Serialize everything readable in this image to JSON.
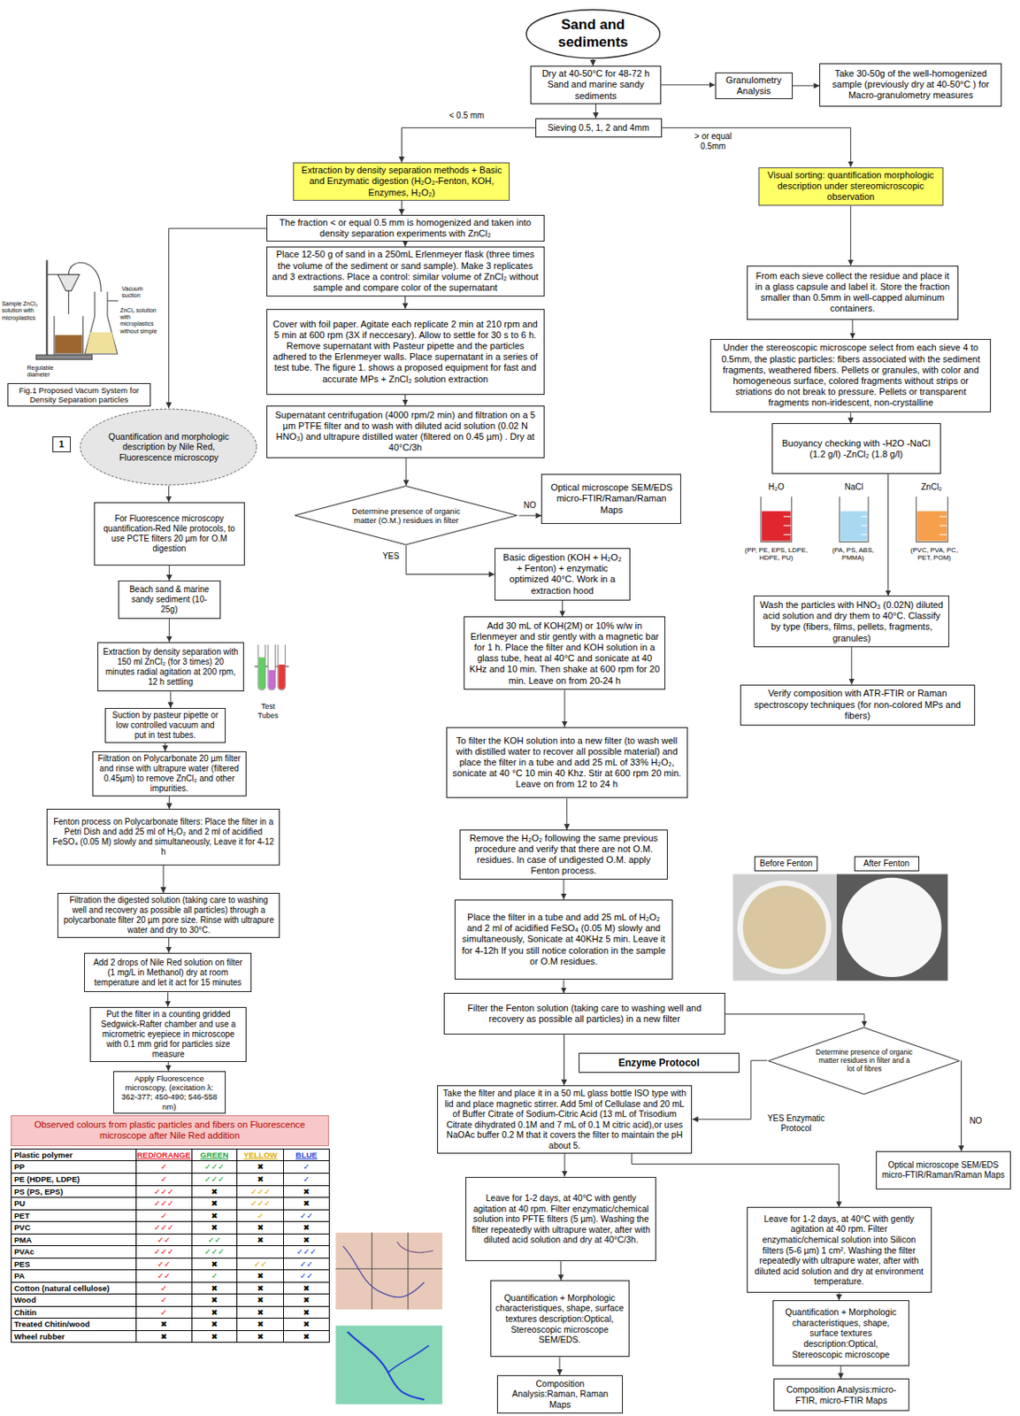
{
  "diagram": {
    "nodes": [
      {
        "text": [
          "Sand and sediments"
        ]
      },
      {
        "text": [
          "Dry at 40-50°C for 48-72 h Sand and marine sandy sediments"
        ]
      },
      {
        "text": [
          "Granulometry Analysis"
        ]
      },
      {
        "text": [
          "Take 30-50g of the well-homogenized sample (previously dry at 40-50°C ) for Macro-granulometry measures"
        ]
      },
      {
        "text": [
          "Sieving 0.5, 1, 2 and 4mm"
        ]
      },
      {
        "text": [
          "Extraction by density separation methods + Basic and Enzymatic digestion (H₂O₂-Fenton, KOH, Enzymes, H₂O₂)"
        ]
      },
      {
        "text": [
          "Visual sorting: quantification morphologic description under stereomicroscopic observation"
        ]
      },
      {
        "text": [
          "The fraction < or equal 0.5 mm is homogenized and taken into density separation experiments with ZnCl₂"
        ]
      },
      {
        "text": [
          "Place 12-50 g of sand in a 250mL Erlenmeyer flask (three times the volume of the sediment or sand sample). Make 3 replicates and 3 extractions. Place a control: similar volume of ZnCl₂ without sample and compare color of the supernatant"
        ]
      },
      {
        "text": [
          "Cover with foil paper. Agitate each replicate 2 min at 210 rpm and 5 min at 600 rpm (3X if neccesary). Allow to settle for 30 s to 6 h. Remove supernatant with Pasteur pipette and the particles adhered to the Erlenmeyer walls. Place supernatant in a series of test tube. The figure 1. shows a proposed equipment for fast and accurate MPs + ZnCl₂ solution extraction"
        ]
      },
      {
        "text": [
          "Supernatant centrifugation (4000 rpm/2 min) and filtration on a 5 µm PTFE filter and to wash with diluted acid solution (0.02 N HNO₃) and ultrapure distilled water (filtered on 0.45 µm) . Dry at 40°C/3h"
        ]
      },
      {
        "text": [
          "Determine presence of organic matter (O.M.) residues in filter"
        ]
      },
      {
        "text": [
          "Optical microscope SEM/EDS micro-FTIR/Raman/Raman Maps"
        ]
      },
      {
        "text": [
          "Basic digestion (KOH + H₂O₂ + Fenton) + enzymatic optimized 40°C. Work in a extraction hood"
        ]
      },
      {
        "text": [
          "Add 30 mL of KOH(2M) or 10% w/w in Erlenmeyer and stir gently with a magnetic bar for 1 h. Place the filter and KOH solution in a glass tube, heat al 40°C and sonicate at 40 KHz and 10 min. Then shake at 600 rpm for 20 min. Leave on from 20-24 h"
        ]
      },
      {
        "text": [
          "To filter the KOH solution into a new filter (to wash well with distilled water to recover all possible material) and place the filter in a tube and add 25 mL of 33% H₂O₂, sonicate at 40 °C 10 min 40 Khz. Stir at 600 rpm 20 min. Leave on from 12 to 24 h"
        ]
      },
      {
        "text": [
          "Remove the H₂O₂ following the same previous procedure and verify that there are not O.M. residues. In case of undigested O.M. apply Fenton process."
        ]
      },
      {
        "text": [
          "Place the filter in a tube and add 25 mL of H₂O₂ and 2 ml of acidified FeSO₄ (0.05 M) slowly and simultaneously, Sonicate at 40KHz 5 min. Leave it for 4-12h If you still notice coloration in the sample or O.M residues."
        ]
      },
      {
        "text": [
          "Filter the Fenton solution (taking care to washing well and recovery as possible all particles) in a new filter"
        ]
      },
      {
        "text": [
          "Enzyme Protocol"
        ]
      },
      {
        "text": [
          "Determine presence of organic matter residues in filter and a lot of fibres"
        ]
      },
      {
        "text": [
          "Take the filter and place it in a 50 mL glass bottle ISO type with lid and place magnetic stirrer. Add 5ml of Cellulase and 20 mL of Buffer Citrate of Sodium-Citric Acid (13 mL of Trisodium Citrate dihydrated 0.1M and 7 mL of 0.1 M citric acid),or uses NaOAc buffer 0.2 M that it covers the filter to maintain the pH about 5."
        ]
      },
      {
        "text": [
          "Optical microscope SEM/EDS micro-FTIR/Raman/Raman Maps"
        ]
      },
      {
        "text": [
          "Leave for 1-2 days, at 40°C with gently agitation at 40 rpm. Filter enzymatic/chemical solution into PFTE filters (5 µm). Washing the filter repeatedly with ultrapure water, after with diluted acid solution and dry at 40°C/3h."
        ]
      },
      {
        "text": [
          "Leave for 1-2 days, at 40°C with gently agitation at 40 rpm. Filter enzymatic/chemical solution into Silicon filters (5-6 µm) 1 cm². Washing the filter repeatedly with ultrapure water, after with diluted acid solution and dry at environment temperature."
        ]
      },
      {
        "text": [
          "Quantification + Morphologic characteristiques, shape, surface textures description:Optical, Stereoscopic microscope SEM/EDS."
        ]
      },
      {
        "text": [
          "Quantification + Morphologic characteristiques, shape, surface textures description:Optical, Stereoscopic microscope"
        ]
      },
      {
        "text": [
          "Composition Analysis:Raman, Raman Maps"
        ]
      },
      {
        "text": [
          "Composition Analysis:micro-FTIR, micro-FTIR Maps"
        ]
      },
      {
        "text": [
          "From each sieve collect the residue and place it in a glass capsule and label it. Store the fraction smaller than 0.5mm in well-capped aluminum containers."
        ]
      },
      {
        "text": [
          "Under the stereoscopic microscope select from each sieve 4 to 0.5mm, the plastic particles: fibers associated with the sediment fragments, weathered fibers. Pellets or granules, with color and homogeneous surface, colored fragments without strips or striations do not break to pressure. Pellets or transparent fragments non-iridescent, non-crystalline"
        ]
      },
      {
        "text": [
          "Buoyancy checking with -H2O -NaCl (1.2 g/l) -ZnCl₂ (1.8 g/l)"
        ]
      },
      {
        "text": [
          "Wash the particles with HNO₃ (0.02N) diluted acid solution and dry them to 40°C. Classify by type (fibers, films, pellets, fragments, granules)"
        ]
      },
      {
        "text": [
          "Verify composition with ATR-FTIR or Raman spectroscopy techniques (for non-colored MPs and fibers)"
        ]
      },
      {
        "text": [
          "Fig.1 Proposed Vacum System for Density Separation particles"
        ]
      },
      {
        "text": [
          "Quantification and morphologic description by Nile Red, Fluorescence microscopy"
        ]
      },
      {
        "text": [
          "For Fluorescence microscopy quantification-Red Nile protocols, to use PCTE filters 20 µm for O.M digestion"
        ]
      },
      {
        "text": [
          "Beach sand & marine sandy sediment (10-25g)"
        ]
      },
      {
        "text": [
          "Extraction by density separation with 150 ml ZnCl₂ (for 3 times) 20 minutes radial agitation at 200 rpm, 12 h settling"
        ]
      },
      {
        "text": [
          "Suction by pasteur pipette or low controlled vacuum and put in test tubes."
        ]
      },
      {
        "text": [
          "Filtration on Polycarbonate 20 µm filter and rinse with ultrapure water (filtered 0.45µm) to remove ZnCl₂ and other impurities."
        ]
      },
      {
        "text": [
          "Fenton process on Polycarbonate filters: Place the filter in a Petri Dish and add 25 ml of H₂O₂ and 2 ml of acidified FeSO₄ (0.05 M) slowly and simultaneously, Leave it for 4-12 h"
        ]
      },
      {
        "text": [
          "Filtration the digested solution (taking care to washing well and recovery as possible all particles) through a polycarbonate filter 20 µm pore size. Rinse with ultrapure water and dry to 30°C."
        ]
      },
      {
        "text": [
          "Add 2 drops of Nile Red solution on filter (1 mg/L in Methanol) dry at room temperature and let it act for 15 minutes"
        ]
      },
      {
        "text": [
          "Put the filter in a counting gridded Sedgwick-Rafter chamber and use a micrometric eyepiece in microscope with 0.1 mm grid for particles size measure"
        ]
      },
      {
        "text": [
          "Apply Fluorescence microscopy, (excitation λ: 362-377; 450-490; 546-558 nm)"
        ]
      },
      {
        "text": [
          "Observed colours from plastic particles and fibers on Fluorescence microscope after Nile Red addition"
        ]
      },
      {
        "text": [
          "Before Fenton"
        ]
      },
      {
        "text": [
          "After Fenton"
        ]
      },
      {
        "text": [
          "1"
        ]
      }
    ],
    "edges": [
      {
        "from": 0,
        "to": 1,
        "arrow": "to"
      },
      {
        "from": 1,
        "to": 2,
        "arrow": "to"
      },
      {
        "from": 2,
        "to": 3,
        "arrow": "to"
      },
      {
        "from": 1,
        "to": 4,
        "arrow": "to"
      },
      {
        "from": 4,
        "to": 5,
        "label": "< 0.5 mm",
        "arrow": "to"
      },
      {
        "from": 4,
        "to": 6,
        "label": "> or equal 0.5mm",
        "arrow": "to"
      },
      {
        "from": 5,
        "to": 7,
        "arrow": "to"
      },
      {
        "from": 7,
        "to": 8,
        "arrow": "to"
      },
      {
        "from": 8,
        "to": 9,
        "arrow": "to"
      },
      {
        "from": 9,
        "to": 10,
        "arrow": "to"
      },
      {
        "from": 10,
        "to": 11,
        "arrow": "to"
      },
      {
        "from": 11,
        "to": 12,
        "label": "NO",
        "arrow": "to"
      },
      {
        "from": 11,
        "to": 13,
        "label": "YES",
        "arrow": "to"
      },
      {
        "from": 13,
        "to": 14,
        "arrow": "to"
      },
      {
        "from": 14,
        "to": 15,
        "arrow": "to"
      },
      {
        "from": 15,
        "to": 16,
        "arrow": "to"
      },
      {
        "from": 16,
        "to": 17,
        "arrow": "to"
      },
      {
        "from": 17,
        "to": 18,
        "arrow": "to"
      },
      {
        "from": 18,
        "to": 20,
        "arrow": "to"
      },
      {
        "from": 20,
        "to": 21,
        "label": "YES Enzymatic Protocol",
        "arrow": "to"
      },
      {
        "from": 20,
        "to": 22,
        "label": "NO",
        "arrow": "to"
      },
      {
        "from": 18,
        "to": 21,
        "arrow": "to"
      },
      {
        "from": 21,
        "to": 23,
        "arrow": "to"
      },
      {
        "from": 21,
        "to": 24,
        "arrow": "to"
      },
      {
        "from": 23,
        "to": 25,
        "arrow": "to"
      },
      {
        "from": 25,
        "to": 27,
        "arrow": "to"
      },
      {
        "from": 24,
        "to": 26,
        "arrow": "to"
      },
      {
        "from": 26,
        "to": 28,
        "arrow": "to"
      },
      {
        "from": 6,
        "to": 29,
        "arrow": "to"
      },
      {
        "from": 29,
        "to": 30,
        "arrow": "to"
      },
      {
        "from": 30,
        "to": 31,
        "arrow": "to"
      },
      {
        "from": 31,
        "to": 32,
        "arrow": "to"
      },
      {
        "from": 32,
        "to": 33,
        "arrow": "to"
      },
      {
        "from": 7,
        "to": 35,
        "arrow": "to"
      },
      {
        "from": 35,
        "to": 36,
        "arrow": "to"
      },
      {
        "from": 36,
        "to": 37,
        "arrow": "to"
      },
      {
        "from": 37,
        "to": 38,
        "arrow": "to"
      },
      {
        "from": 38,
        "to": 39,
        "arrow": "to"
      },
      {
        "from": 39,
        "to": 40,
        "arrow": "to"
      },
      {
        "from": 40,
        "to": 41,
        "arrow": "to"
      },
      {
        "from": 41,
        "to": 42,
        "arrow": "to"
      },
      {
        "from": 42,
        "to": 43,
        "arrow": "to"
      },
      {
        "from": 43,
        "to": 44,
        "arrow": "to"
      },
      {
        "from": 44,
        "to": 45,
        "arrow": "to"
      }
    ],
    "labels": [
      "Sample ZnCl₂ solution with microplastics",
      "Vacuum suction",
      "ZnCl₂ solution with microplastics without simple",
      "Regulable diameter",
      "Test Tubes",
      "H₂O",
      "NaCl",
      "ZnCl₂",
      "(PP, PE, EPS, LDPE, HDPE, PU)",
      "(PA, PS, ABS, PMMA)",
      "(PVC, PVA, PC, PET, POM)",
      "Plastic polymer",
      "RED/ORANGE",
      "GREEN",
      "YELLOW",
      "BLUE",
      "PP",
      "✓",
      "✓✓✓",
      "✖",
      "✓",
      "PE (HDPE, LDPE)",
      "✓",
      "✓✓✓",
      "✖",
      "✓",
      "PS (PS, EPS)",
      "✓✓✓",
      "✖",
      "✓✓✓",
      "✖",
      "PU",
      "✓✓✓",
      "✖",
      "✓✓✓",
      "✖",
      "PET",
      "✓",
      "✖",
      "✓",
      "✓✓",
      "PVC",
      "✓✓✓",
      "✖",
      "✖",
      "✖",
      "PMA",
      "✓✓",
      "✓✓",
      "✖",
      "✖",
      "PVAc",
      "✓✓✓",
      "✓✓✓",
      "✓✓✓",
      "PES",
      "✓✓",
      "✖",
      "✓✓",
      "✓✓",
      "PA",
      "✓✓",
      "✓",
      "✖",
      "✓✓",
      "Cotton (natural cellulose)",
      "✓",
      "✖",
      "✖",
      "✖",
      "Wood",
      "✓",
      "✖",
      "✖",
      "✖",
      "Chitin",
      "✓",
      "✖",
      "✖",
      "✖",
      "Treated Chitin/wood",
      "✖",
      "✖",
      "✖",
      "✖",
      "Wheel rubber",
      "✖",
      "✖",
      "✖",
      "✖"
    ]
  }
}
